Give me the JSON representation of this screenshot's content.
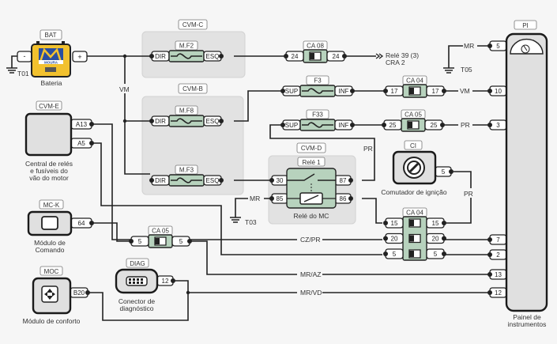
{
  "diagram": {
    "components": {
      "bat": {
        "tag": "BAT",
        "caption": "Bateria",
        "brand": "MOURA",
        "minus": "-",
        "plus": "+"
      },
      "cvm_c": {
        "tag": "CVM-C",
        "fuse": "M.F2",
        "left": "DIR",
        "right": "ESQ"
      },
      "cvm_b": {
        "tag": "CVM-B",
        "fuse_top": "M.F8",
        "fuse_bottom": "M.F3",
        "left": "DIR",
        "right": "ESQ"
      },
      "cvm_e": {
        "tag": "CVM-E",
        "pins": [
          "A13",
          "A5"
        ],
        "caption": [
          "Central de relés",
          "e fusíveis do",
          "vão do motor"
        ]
      },
      "cvm_d": {
        "tag": "CVM-D",
        "relay": "Relé 1",
        "pins": [
          "30",
          "85",
          "87",
          "86"
        ],
        "caption": "Relé do MC"
      },
      "f3": {
        "tag": "F3",
        "left": "SUP",
        "right": "INF"
      },
      "f33": {
        "tag": "F33",
        "left": "SUP",
        "right": "INF"
      },
      "ca08": {
        "tag": "CA 08",
        "pin": "24"
      },
      "ca04_top": {
        "tag": "CA 04",
        "pin": "17"
      },
      "ca05_top": {
        "tag": "CA 05",
        "pin": "25"
      },
      "ca04_bottom": {
        "tag": "CA 04",
        "pins": [
          "15",
          "20",
          "5"
        ]
      },
      "ca05_bottom": {
        "tag": "CA 05",
        "pin": "5"
      },
      "ci": {
        "tag": "CI",
        "pin": "5",
        "caption": "Comutador de ignição"
      },
      "mck": {
        "tag": "MC-K",
        "pin": "64",
        "caption": [
          "Módulo de",
          "Comando"
        ]
      },
      "diag": {
        "tag": "DIAG",
        "pin": "12",
        "caption": [
          "Conector de",
          "diagnóstico"
        ]
      },
      "moc": {
        "tag": "MOC",
        "pin": "B20",
        "caption": "Módulo de conforto"
      },
      "pi": {
        "tag": "PI",
        "pins": [
          "5",
          "10",
          "3",
          "7",
          "2",
          "13",
          "12"
        ],
        "caption": [
          "Painel de",
          "instrumentos"
        ]
      }
    },
    "grounds": [
      "T01",
      "T03",
      "T05"
    ],
    "wire_labels": {
      "vm_left": "VM",
      "mr_t05": "MR",
      "vm_right": "VM",
      "pr_right": "PR",
      "pr_mid": "PR",
      "mr_relay": "MR",
      "pr_ci": "PR",
      "cz_pr": "CZ/PR",
      "mr_az": "MR/AZ",
      "mr_vd": "MR/VD"
    },
    "external_ref": [
      "Relé 39 (3)",
      "CRA 2"
    ]
  },
  "colors": {
    "wire": "#222222",
    "fuse_green": "#b7d2bd",
    "module_grey": "#e2e2e2",
    "battery_yellow": "#f2c12e",
    "background": "#f6f6f6"
  }
}
